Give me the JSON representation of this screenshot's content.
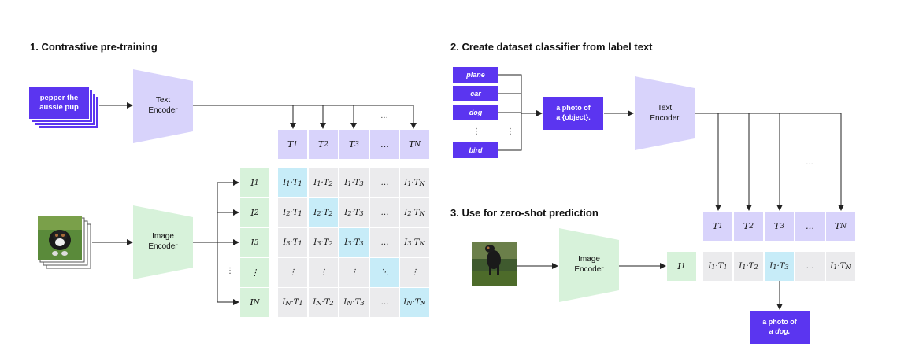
{
  "section1": {
    "title": "1. Contrastive pre-training",
    "input_text": "pepper the aussie pup",
    "text_encoder": "Text\nEncoder",
    "image_encoder": "Image\nEncoder",
    "t_headers": [
      {
        "base": "T",
        "sub": "1"
      },
      {
        "base": "T",
        "sub": "2"
      },
      {
        "base": "T",
        "sub": "3"
      },
      {
        "base": "…",
        "sub": ""
      },
      {
        "base": "T",
        "sub": "N"
      }
    ],
    "i_rows": [
      {
        "base": "I",
        "sub": "1"
      },
      {
        "base": "I",
        "sub": "2"
      },
      {
        "base": "I",
        "sub": "3"
      },
      {
        "base": "⋮",
        "sub": ""
      },
      {
        "base": "I",
        "sub": "N"
      }
    ],
    "top_ellipsis": "…",
    "side_ellipsis": "⋮"
  },
  "section2": {
    "title": "2. Create dataset classifier from label text",
    "labels": [
      "plane",
      "car",
      "dog",
      "bird"
    ],
    "label_ellipsis": "⋮",
    "prompt_pre": "a photo of",
    "prompt_obj": "a {object}.",
    "text_encoder": "Text\nEncoder",
    "top_ellipsis": "…",
    "t_headers": [
      {
        "base": "T",
        "sub": "1"
      },
      {
        "base": "T",
        "sub": "2"
      },
      {
        "base": "T",
        "sub": "3"
      },
      {
        "base": "…",
        "sub": ""
      },
      {
        "base": "T",
        "sub": "N"
      }
    ]
  },
  "section3": {
    "title": "3. Use for zero-shot prediction",
    "image_encoder": "Image\nEncoder",
    "i_label": {
      "base": "I",
      "sub": "1"
    },
    "result_pre": "a photo of",
    "result_obj": "a dog."
  },
  "colors": {
    "purple": "#5b35f0",
    "lavender": "#d8d3fb",
    "mint": "#d7f2da",
    "gray": "#ebebed",
    "cyan": "#c7ecf8"
  }
}
